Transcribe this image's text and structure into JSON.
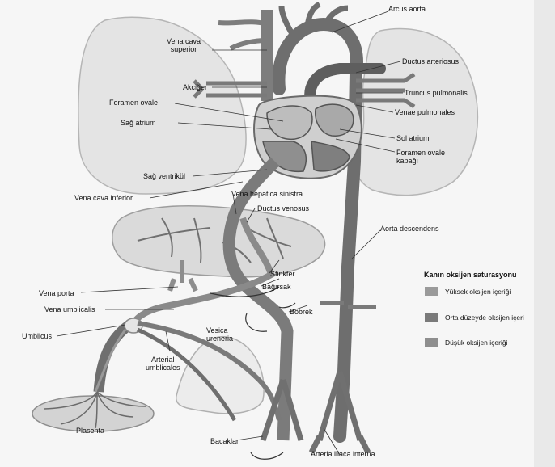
{
  "labels": {
    "arcus_aorta": "Arcus aorta",
    "vena_cava_superior": "Vena cava\nsuperior",
    "ductus_arteriosus": "Ductus arteriosus",
    "akciger": "Akciğer",
    "truncus_pulmonalis": "Truncus pulmonalis",
    "foramen_ovale": "Foramen ovale",
    "venae_pulmonales": "Venae pulmonales",
    "sag_atrium": "Sağ atrium",
    "sol_atrium": "Sol atrium",
    "foramen_ovale_kapagi": "Foramen ovale\nkapağı",
    "sag_ventrikul": "Sağ ventrikül",
    "vena_hepatica_sinistra": "Vena hepatica sinistra",
    "vena_cava_inferior": "Vena cava inferior",
    "ductus_venosus": "Ductus venosus",
    "aorta_descendens": "Aorta descendens",
    "sfinkter": "Sfinkter",
    "vena_porta": "Vena porta",
    "bagirsak": "Bağırsak",
    "vena_umblicalis": "Vena umblicalis",
    "bobrek": "Böbrek",
    "umblicus": "Umblicus",
    "vesica_ureneria": "Vesica\nureneria",
    "arterial_umblicales": "Arterial\numblicales",
    "plasenta": "Plasenta",
    "bacaklar": "Bacaklar",
    "arteria_iliaca_interna": "Arteria iliaca interna"
  },
  "legend": {
    "title": "Kanın oksijen saturasyonu",
    "items": [
      {
        "label": "Yüksek oksijen içeriği",
        "color": "#9a9a9a"
      },
      {
        "label": "Orta düzeyde oksijen içeri",
        "color": "#7a7a7a"
      },
      {
        "label": "Düşük oksijen içeriği",
        "color": "#8e8e8e"
      }
    ]
  }
}
